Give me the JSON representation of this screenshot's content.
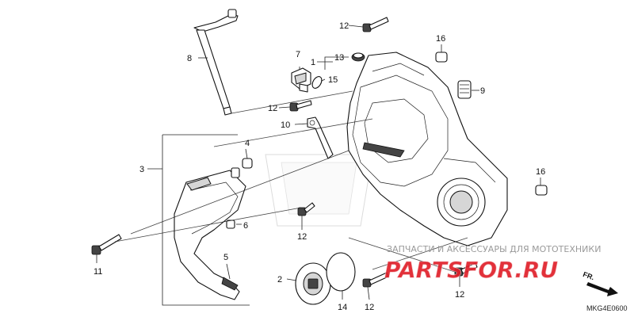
{
  "callouts": [
    {
      "id": "c1",
      "label": "1"
    },
    {
      "id": "c2",
      "label": "2"
    },
    {
      "id": "c3",
      "label": "3"
    },
    {
      "id": "c4",
      "label": "4"
    },
    {
      "id": "c5",
      "label": "5"
    },
    {
      "id": "c6",
      "label": "6"
    },
    {
      "id": "c7",
      "label": "7"
    },
    {
      "id": "c8",
      "label": "8"
    },
    {
      "id": "c9",
      "label": "9"
    },
    {
      "id": "c10",
      "label": "10"
    },
    {
      "id": "c11",
      "label": "11"
    },
    {
      "id": "c12a",
      "label": "12"
    },
    {
      "id": "c12b",
      "label": "12"
    },
    {
      "id": "c12c",
      "label": "12"
    },
    {
      "id": "c12d",
      "label": "12"
    },
    {
      "id": "c12e",
      "label": "12"
    },
    {
      "id": "c13",
      "label": "13"
    },
    {
      "id": "c14",
      "label": "14"
    },
    {
      "id": "c15",
      "label": "15"
    },
    {
      "id": "c16a",
      "label": "16"
    },
    {
      "id": "c16b",
      "label": "16"
    }
  ],
  "watermark": {
    "tagline": "ЗАПЧАСТИ И АКСЕССУАРЫ ДЛЯ МОТОТЕХНИКИ",
    "logo": "PARTSFOR.RU",
    "brand_colors": {
      "primary": "#e0202a",
      "secondary": "#f2b8bb"
    }
  },
  "direction_label": "FR.",
  "diagram_code": "MKG4E0600"
}
